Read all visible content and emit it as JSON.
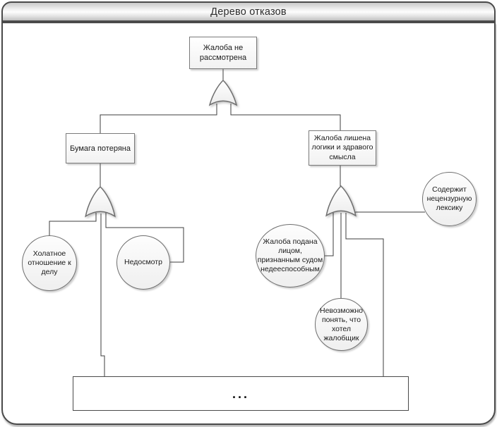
{
  "title_bar": {
    "title": "Дерево отказов"
  },
  "tree": {
    "gate_type": "OR",
    "root": {
      "label": "Жалоба не\nрассмотрена"
    },
    "branches": {
      "paper_lost": {
        "label": "Бумага потеряна"
      },
      "no_logic": {
        "label": "Жалоба лишена\nлогики и здравого\nсмысла"
      }
    },
    "basic_events": {
      "negligence": {
        "label": "Холатное\nотношение к\nделу"
      },
      "oversight": {
        "label": "Недосмотр"
      },
      "incapable_person": {
        "label": "Жалоба подана\nлицом,\nпризнанным судом\nнедееспособным"
      },
      "unintelligible": {
        "label": "Невозможно\nпонять, что\nхотел\nжалобщик"
      },
      "profanity": {
        "label": "Содержит\nнецензурную\nлексику"
      }
    },
    "other_causes": {
      "label": "..."
    }
  },
  "colors": {
    "frame_border": "#4a4a4a",
    "node_border": "#7a7a7a",
    "connector": "#3d3d3d",
    "gate_fill": "#f4f4f4",
    "title_gradient_top": "#c9c9c9",
    "title_gradient_bottom": "#bfbfbf"
  }
}
